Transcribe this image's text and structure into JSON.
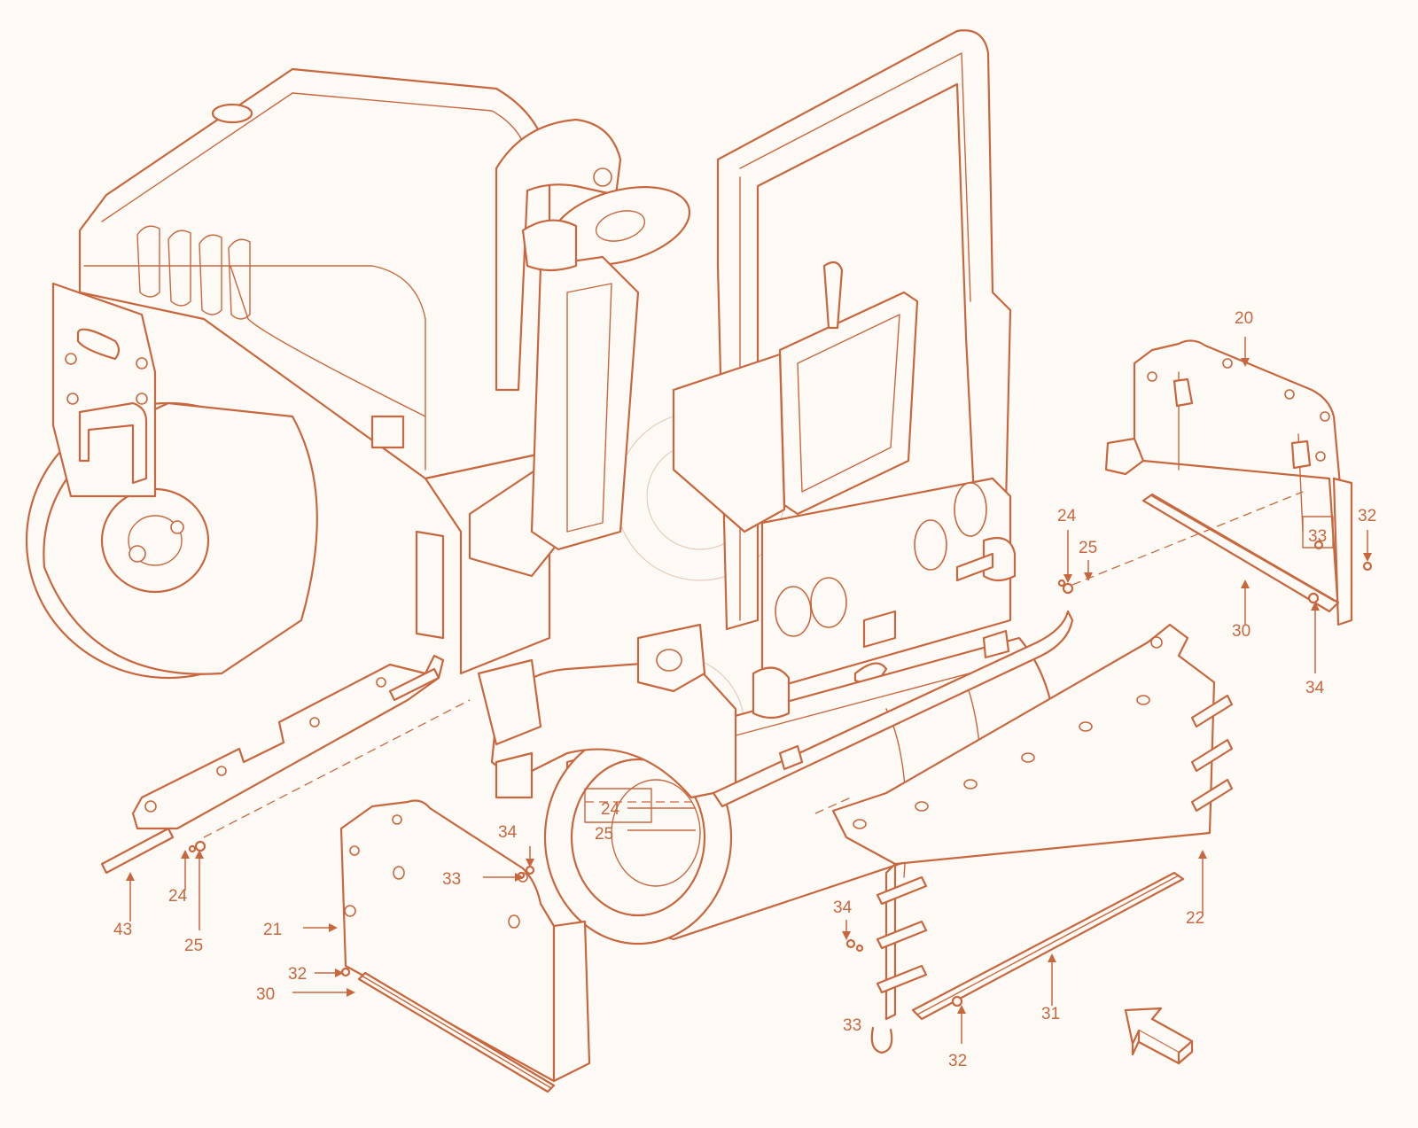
{
  "diagram": {
    "accent_color": "#c8673e",
    "background_color": "#fdfaf6",
    "direction_indicator": "arrow-outline-icon",
    "callouts": [
      {
        "id": "c20",
        "label": "20"
      },
      {
        "id": "c24a",
        "label": "24"
      },
      {
        "id": "c25a",
        "label": "25"
      },
      {
        "id": "c32a",
        "label": "32"
      },
      {
        "id": "c33a",
        "label": "33"
      },
      {
        "id": "c30a",
        "label": "30"
      },
      {
        "id": "c34a",
        "label": "34"
      },
      {
        "id": "c24b",
        "label": "24"
      },
      {
        "id": "c25b",
        "label": "25"
      },
      {
        "id": "c34b",
        "label": "34"
      },
      {
        "id": "c33b",
        "label": "33"
      },
      {
        "id": "c43",
        "label": "43"
      },
      {
        "id": "c24c",
        "label": "24"
      },
      {
        "id": "c25c",
        "label": "25"
      },
      {
        "id": "c21",
        "label": "21"
      },
      {
        "id": "c32b",
        "label": "32"
      },
      {
        "id": "c30b",
        "label": "30"
      },
      {
        "id": "c22",
        "label": "22"
      },
      {
        "id": "c34c",
        "label": "34"
      },
      {
        "id": "c33c",
        "label": "33"
      },
      {
        "id": "c31",
        "label": "31"
      },
      {
        "id": "c32c",
        "label": "32"
      }
    ]
  }
}
